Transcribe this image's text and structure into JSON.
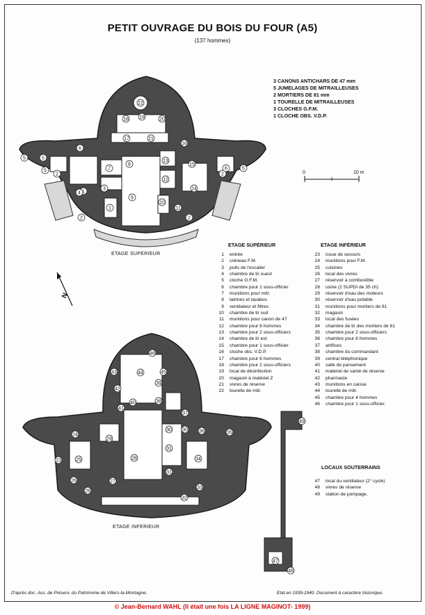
{
  "title": "PETIT OUVRAGE DU BOIS DU FOUR (A5)",
  "subtitle": "(137 hommes)",
  "armament": [
    "3 CANONS ANTICHARS DE 47 mm",
    "5 JUMELAGES DE MITRAILLEUSES",
    "2 MORTIERS DE 81 mm",
    "1 TOURELLE DE MITRAILLEUSES",
    "3 CLOCHES G.F.M.",
    "1 CLOCHE OBS. V.D.P."
  ],
  "scale": {
    "start": "0",
    "end": "10 m"
  },
  "north": "N",
  "upper_plan": {
    "caption": "ETAGE SUPERIEUR",
    "labels": [
      "1",
      "1",
      "2",
      "2",
      "2",
      "2",
      "3",
      "4",
      "5",
      "5",
      "5",
      "5",
      "6",
      "6",
      "7",
      "8",
      "9",
      "10",
      "11",
      "12",
      "13",
      "14",
      "15",
      "16",
      "17",
      "18",
      "19",
      "20",
      "21",
      "22"
    ]
  },
  "lower_plan": {
    "caption": "ETAGE INFERIEUR",
    "labels": [
      "23",
      "24",
      "25",
      "26",
      "26",
      "27",
      "28",
      "29",
      "30",
      "30",
      "31",
      "31",
      "32",
      "33",
      "34",
      "35",
      "36",
      "37",
      "38",
      "39",
      "40",
      "41",
      "42",
      "43",
      "44",
      "45",
      "46",
      "47",
      "48",
      "49"
    ]
  },
  "legend_upper": {
    "heading": "ETAGE SUPÉRIEUR",
    "items": [
      {
        "n": "1",
        "t": "entrée"
      },
      {
        "n": "2",
        "t": "créneau F.M."
      },
      {
        "n": "3",
        "t": "puits de l'escalier"
      },
      {
        "n": "4",
        "t": "chambre de tir ouest"
      },
      {
        "n": "5",
        "t": "cloche G.F.M."
      },
      {
        "n": "6",
        "t": "chambre pour 1 sous-officier"
      },
      {
        "n": "7",
        "t": "munitions pour mitr."
      },
      {
        "n": "8",
        "t": "latrines et lavabos"
      },
      {
        "n": "9",
        "t": "ventilateur et filtres"
      },
      {
        "n": "10",
        "t": "chambre de tir sud"
      },
      {
        "n": "11",
        "t": "munitions pour canon de 47"
      },
      {
        "n": "12",
        "t": "chambre pour 8 hommes"
      },
      {
        "n": "13",
        "t": "chambre pour 2 sous-officiers"
      },
      {
        "n": "14",
        "t": "chambre de tir est"
      },
      {
        "n": "15",
        "t": "chambre pour 1 sous-officier"
      },
      {
        "n": "16",
        "t": "cloche obs. V.D.P."
      },
      {
        "n": "17",
        "t": "chambre pour 6 hommes"
      },
      {
        "n": "18",
        "t": "chambre pour 2 sous-officiers"
      },
      {
        "n": "19",
        "t": "local de désinfection"
      },
      {
        "n": "20",
        "t": "magasin à matériel Z"
      },
      {
        "n": "21",
        "t": "vivres de réserve"
      },
      {
        "n": "22",
        "t": "tourelle de mitr."
      }
    ]
  },
  "legend_lower": {
    "heading": "ETAGE INFÉRIEUR",
    "items": [
      {
        "n": "23",
        "t": "issue de secours"
      },
      {
        "n": "24",
        "t": "munitions pour F.M."
      },
      {
        "n": "25",
        "t": "cuisines"
      },
      {
        "n": "26",
        "t": "local des vivres"
      },
      {
        "n": "27",
        "t": "réservoir à combustible"
      },
      {
        "n": "28",
        "t": "usine (2 SUPDI de 35 ch)"
      },
      {
        "n": "29",
        "t": "réservoir d'eau des moteurs"
      },
      {
        "n": "30",
        "t": "réservoir d'eau potable"
      },
      {
        "n": "31",
        "t": "munitions pour mortiers de 81"
      },
      {
        "n": "32",
        "t": "magasin"
      },
      {
        "n": "33",
        "t": "local des fusées"
      },
      {
        "n": "34",
        "t": "chambre de tir des mortiers de 81"
      },
      {
        "n": "35",
        "t": "chambre pour 2 sous-officiers"
      },
      {
        "n": "36",
        "t": "chambre pour 8 hommes"
      },
      {
        "n": "37",
        "t": "artifices"
      },
      {
        "n": "38",
        "t": "chambre du commandant"
      },
      {
        "n": "39",
        "t": "central téléphonique"
      },
      {
        "n": "40",
        "t": "salle de pansement"
      },
      {
        "n": "41",
        "t": "matériel de santé de réserve"
      },
      {
        "n": "42",
        "t": "pharmacie"
      },
      {
        "n": "43",
        "t": "munitions en caisse"
      },
      {
        "n": "44",
        "t": "tourelle de mitr."
      },
      {
        "n": "45",
        "t": "chambre pour 4 hommes"
      },
      {
        "n": "46",
        "t": "chambre pour 1 sous-officier."
      }
    ]
  },
  "legend_underground": {
    "heading": "LOCAUX SOUTERRAINS",
    "items": [
      {
        "n": "47",
        "t": "local du ventilateur (2° cycle)"
      },
      {
        "n": "48",
        "t": "vivres de réserve"
      },
      {
        "n": "49",
        "t": "station de pompage."
      }
    ]
  },
  "source_note": "D'après doc. Ass. de Préserv. du Patrimoine de Villers-la-Montagne.",
  "state_note": "Etat en 1939-1940. Document à caractère historique.",
  "copyright": "© Jean-Bernard WAHL (Il était une fois LA LIGNE MAGINOT- 1999)",
  "colors": {
    "fill": "#4a4a4a",
    "wall": "#1a1a1a",
    "copyright": "#cc1111"
  }
}
